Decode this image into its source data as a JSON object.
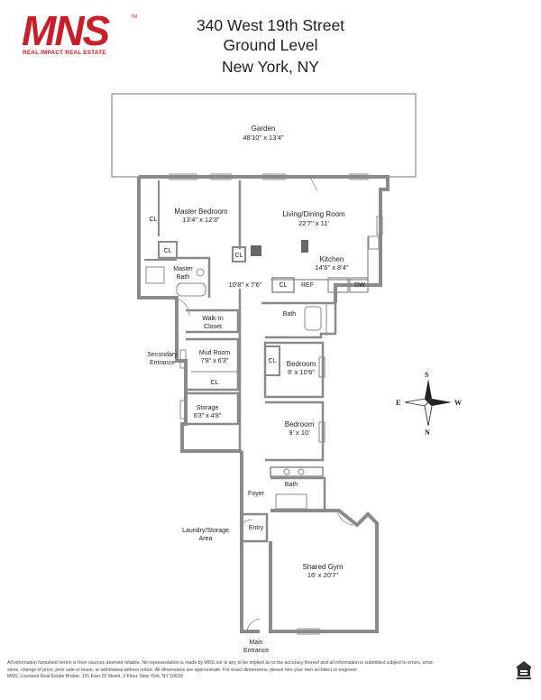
{
  "brand": {
    "logo_text": "MNS",
    "tagline": "REAL IMPACT REAL ESTATE",
    "trademark": "TM",
    "color": "#c8202a"
  },
  "header": {
    "address": "340 West 19th Street",
    "level": "Ground Level",
    "city": "New York, NY"
  },
  "plan": {
    "wall_color": "#8a8a8a",
    "fixture_color": "#666666",
    "rooms": {
      "garden": {
        "name": "Garden",
        "dims": "48'10\" x 13'4\""
      },
      "master_bedroom": {
        "name": "Master Bedroom",
        "dims": "13'4\" x 12'3\""
      },
      "living_dining": {
        "name": "Living/Dining Room",
        "dims": "22'7\" x 11'"
      },
      "kitchen": {
        "name": "Kitchen",
        "dims": "14'6\" x 8'4\""
      },
      "master_bath": {
        "name": "Master",
        "name2": "Bath"
      },
      "hall_dims": {
        "dims": "10'8\" x 7'6\""
      },
      "walk_in_closet": {
        "name": "Walk-In",
        "name2": "Closet"
      },
      "secondary_entrance": {
        "name": "Secondary",
        "name2": "Entrance"
      },
      "mud_room": {
        "name": "Mud Room",
        "dims": "7'8\" x 6'3\""
      },
      "storage": {
        "name": "Storage",
        "dims": "6'3\" x 4'8\""
      },
      "bedroom_1": {
        "name": "Bedroom",
        "dims": "9' x 10'6\""
      },
      "bedroom_2": {
        "name": "Bedroom",
        "dims": "9' x 10'"
      },
      "bath_upper": {
        "name": "Bath"
      },
      "bath_lower": {
        "name": "Bath"
      },
      "foyer": {
        "name": "Foyer"
      },
      "entry": {
        "name": "Entry"
      },
      "laundry": {
        "name": "Laundry/Storage",
        "name2": "Area"
      },
      "shared_gym": {
        "name": "Shared Gym",
        "dims": "16' x 20'7\""
      },
      "main_entrance": {
        "name": "Main",
        "name2": "Entrance"
      }
    },
    "labels": {
      "cl": "CL",
      "ref": "REF",
      "dw": "DW"
    },
    "compass": {
      "n": "N",
      "s": "S",
      "e": "E",
      "w": "W"
    }
  },
  "footer": {
    "disclaimer_line1": "All information furnished herein is from sources deemed reliable. No representation is made by MNS nor is any to be implied as to the accuracy thereof and all information is submitted subject to errors, omis-",
    "disclaimer_line2": "sions, change of price, prior sale or lease, or withdrawal without notice. All dimensions are approximate. For exact dimensions, please hire your own architect or engineer.",
    "disclaimer_line3": "MNS, Licensed Real Estate Broker. 115 East 23 Street, 2 Floor, New York, NY 10010"
  }
}
